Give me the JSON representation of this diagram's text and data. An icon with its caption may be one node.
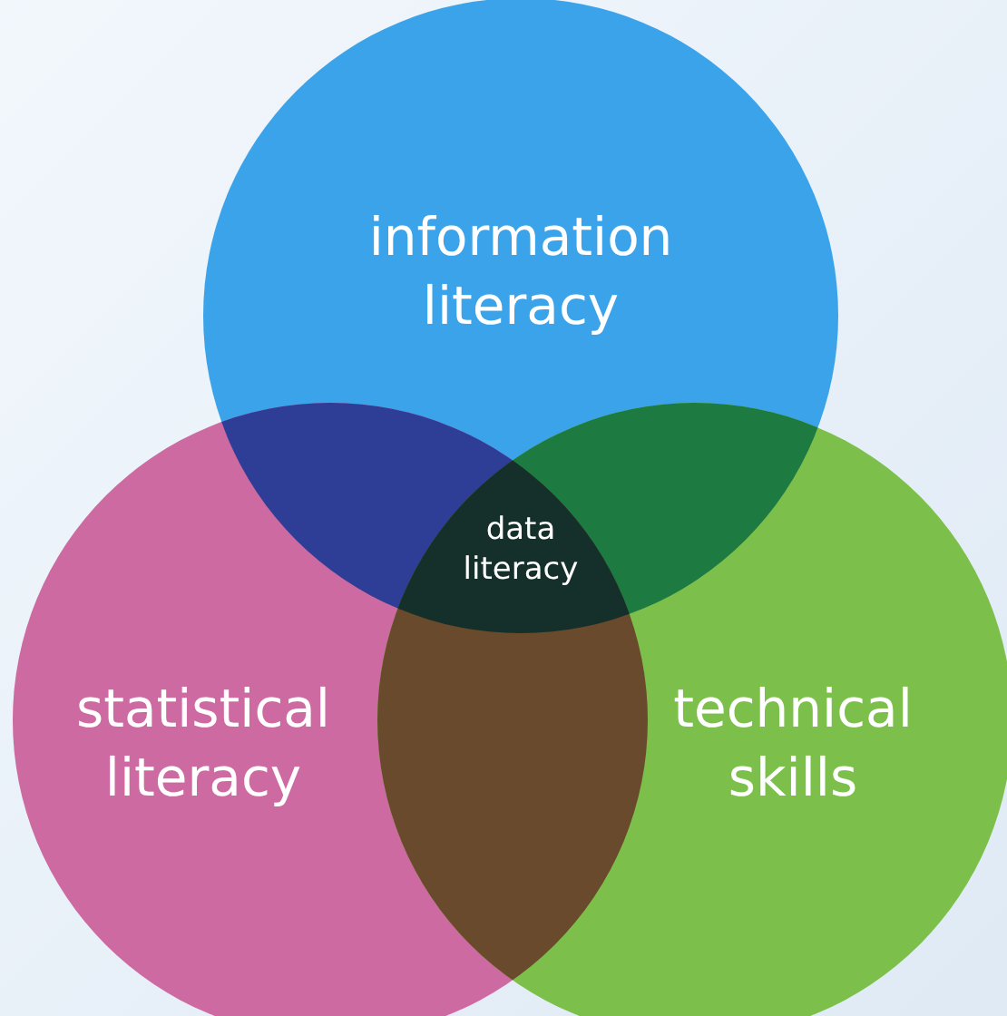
{
  "diagram": {
    "nodes": [
      {
        "text": [
          "information literacy"
        ]
      },
      {
        "text": [
          "statistical literacy"
        ]
      },
      {
        "text": [
          "technical skills"
        ]
      },
      {
        "text": [
          "data literacy"
        ]
      }
    ]
  }
}
